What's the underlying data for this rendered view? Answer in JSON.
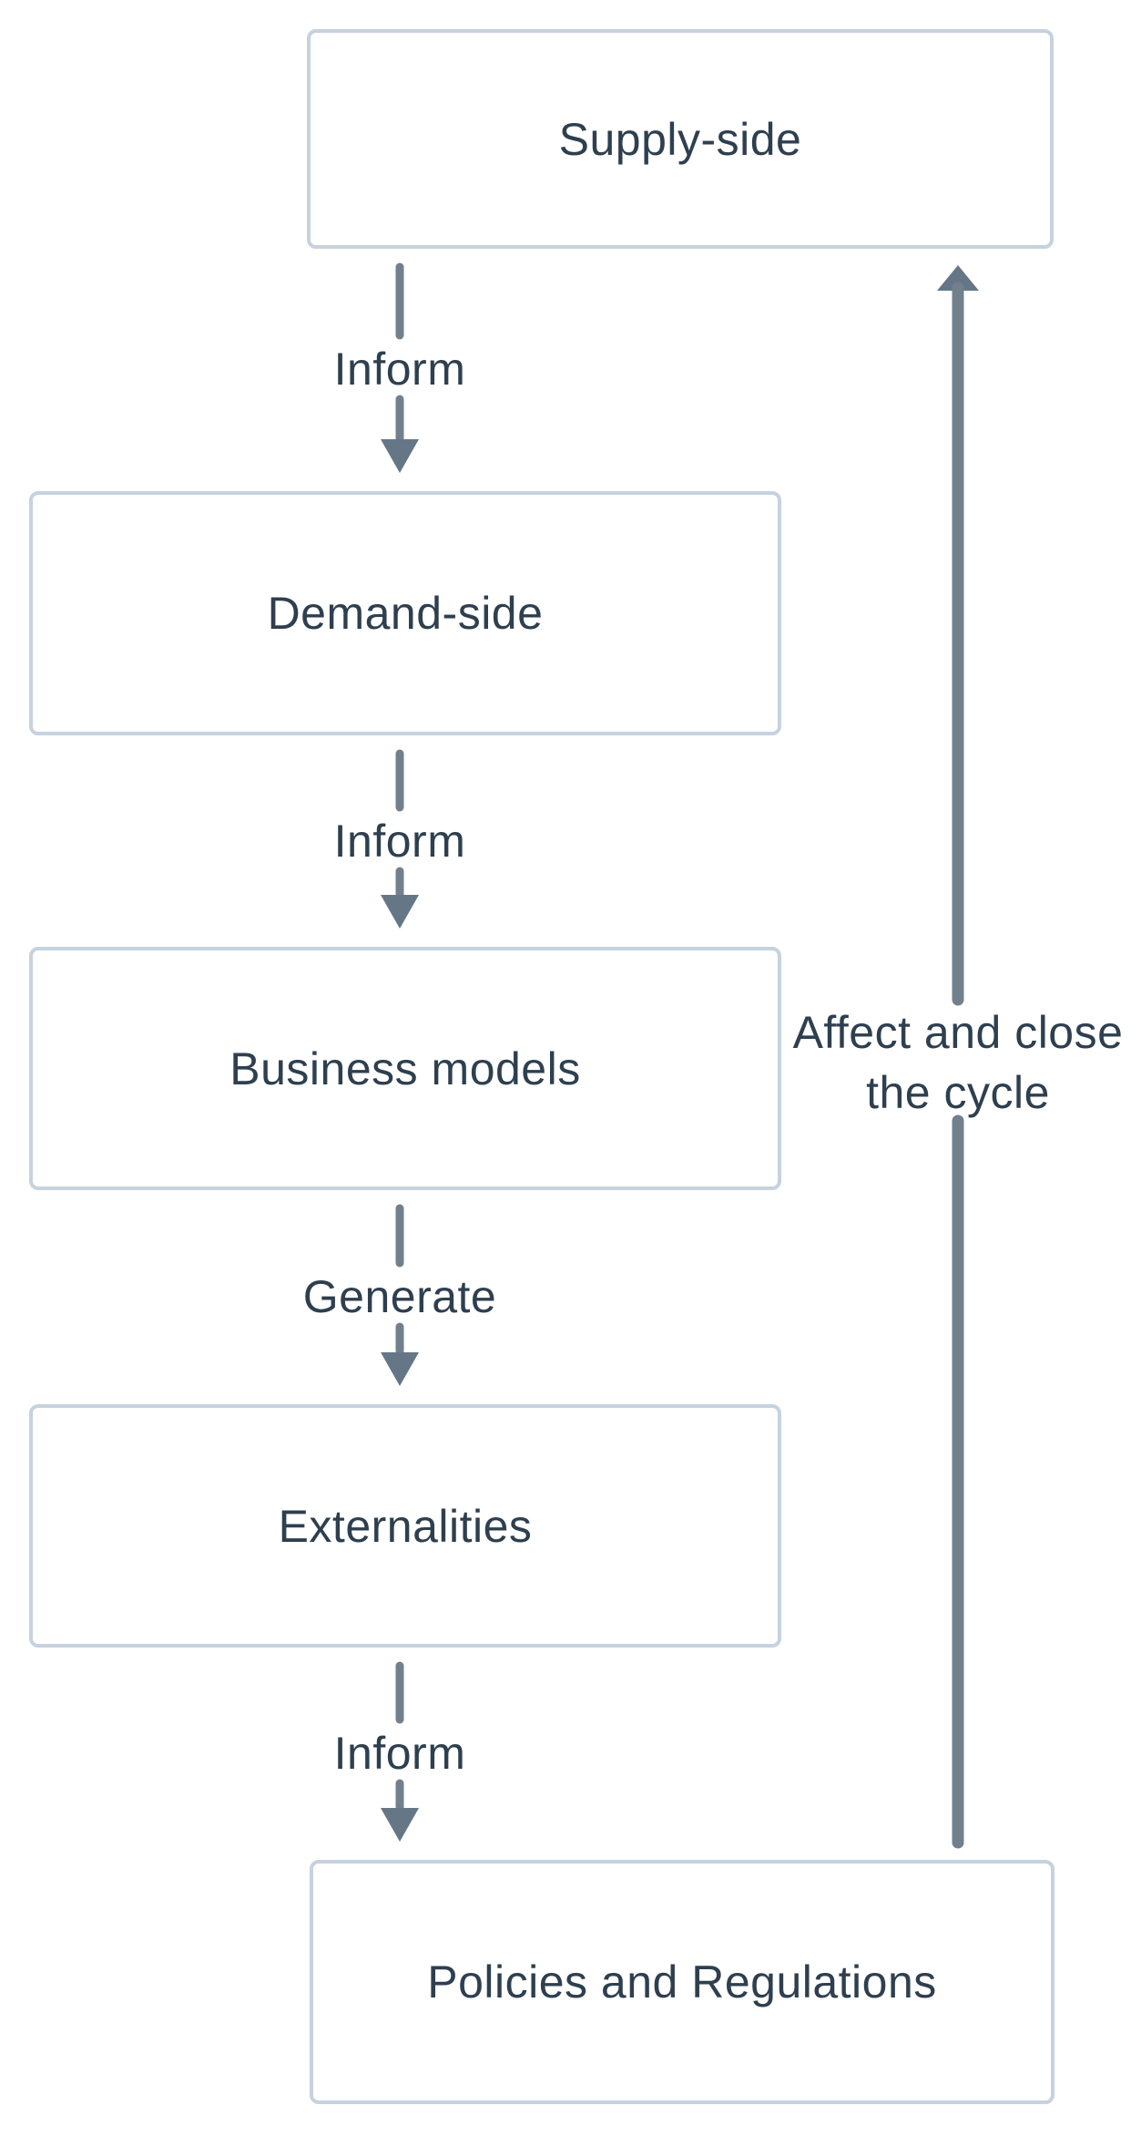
{
  "diagram": {
    "title": "Supply-demand policy cycle flowchart",
    "colors": {
      "canvas_bg": "#ffffff",
      "node_fill": "#ffffff",
      "node_border": "#c6d2de",
      "text": "#2e3f4f",
      "arrow": "#72808e",
      "arrow_head": "#657687"
    },
    "nodes": [
      {
        "id": "supply",
        "label": "Supply-side"
      },
      {
        "id": "demand",
        "label": "Demand-side"
      },
      {
        "id": "business",
        "label": "Business models"
      },
      {
        "id": "externalities",
        "label": "Externalities"
      },
      {
        "id": "policies",
        "label": "Policies and Regulations"
      }
    ],
    "edges": [
      {
        "from": "supply",
        "to": "demand",
        "label": "Inform",
        "direction": "down"
      },
      {
        "from": "demand",
        "to": "business",
        "label": "Inform",
        "direction": "down"
      },
      {
        "from": "business",
        "to": "externalities",
        "label": "Generate",
        "direction": "down"
      },
      {
        "from": "externalities",
        "to": "policies",
        "label": "Inform",
        "direction": "down"
      },
      {
        "from": "policies",
        "to": "supply",
        "label": "Affect and close the cycle",
        "direction": "up"
      }
    ]
  }
}
